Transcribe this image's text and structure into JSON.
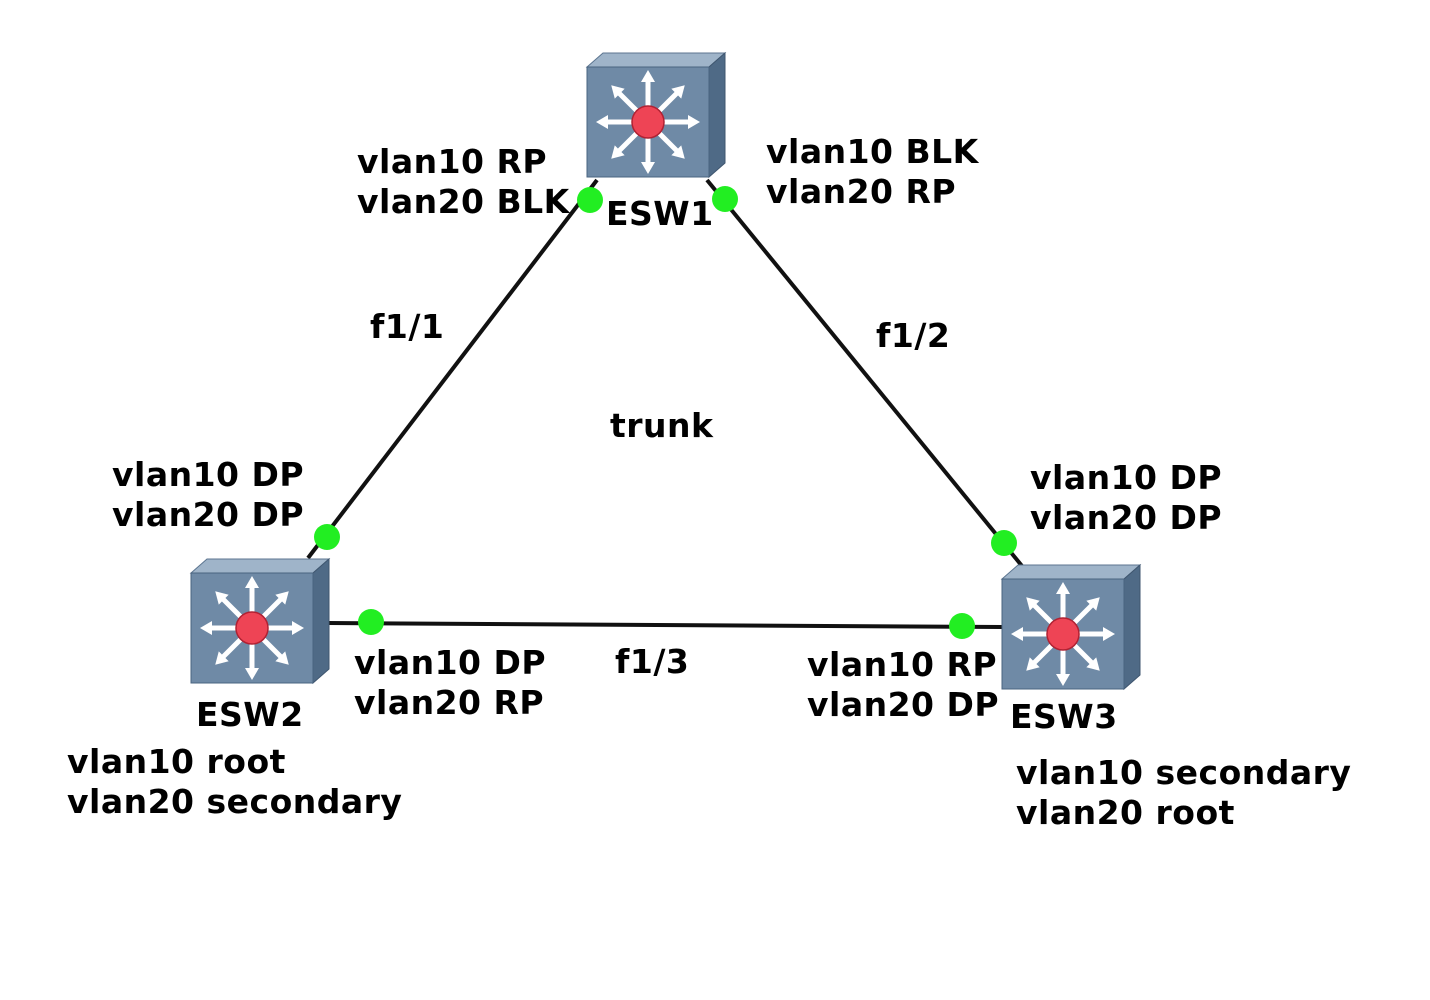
{
  "colors": {
    "link": "#111111",
    "port_status": "#22ee22",
    "switch_front": "#6f8aa6",
    "switch_top": "#9fb4c9",
    "switch_side": "#4f6a86",
    "switch_hub": "#ee4455"
  },
  "icons": {
    "switch": "multilayer-switch-icon",
    "port": "port-status-dot"
  },
  "devices": {
    "esw1": {
      "name": "ESW1"
    },
    "esw2": {
      "name": "ESW2"
    },
    "esw3": {
      "name": "ESW3"
    }
  },
  "links": {
    "esw1_esw2": {
      "interface": "f1/1"
    },
    "esw1_esw3": {
      "interface": "f1/2"
    },
    "esw2_esw3": {
      "interface": "f1/3"
    }
  },
  "center_label": "trunk",
  "port_roles": {
    "esw1_to_esw2": [
      "vlan10 RP",
      "vlan20 BLK"
    ],
    "esw1_to_esw3": [
      "vlan10 BLK",
      "vlan20 RP"
    ],
    "esw2_to_esw1": [
      "vlan10 DP",
      "vlan20 DP"
    ],
    "esw3_to_esw1": [
      "vlan10 DP",
      "vlan20 DP"
    ],
    "esw2_to_esw3": [
      "vlan10 DP",
      "vlan20 RP"
    ],
    "esw3_to_esw2": [
      "vlan10 RP",
      "vlan20 DP"
    ]
  },
  "bridge_roles": {
    "esw2": [
      "vlan10 root",
      "vlan20 secondary"
    ],
    "esw3": [
      "vlan10 secondary",
      "vlan20 root"
    ]
  }
}
